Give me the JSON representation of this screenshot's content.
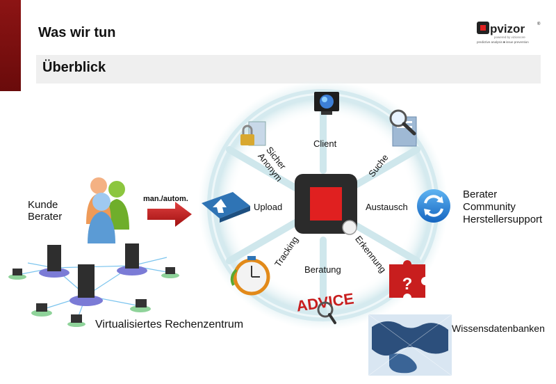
{
  "header": {
    "title": "Was wir tun",
    "subtitle": "Überblick",
    "logo_text": "opvizor",
    "logo_tagline_1": "powered by vizioncore",
    "logo_tagline_2": "predictive analysis ■ issue prevention"
  },
  "ring": {
    "client": "Client",
    "sicher": "Sicher",
    "anonym": "Anonym",
    "suche": "Suche",
    "upload": "Upload",
    "austausch": "Austausch",
    "tracking": "Tracking",
    "erkennung": "Erkennung",
    "beratung": "Beratung",
    "advice": "ADVICE"
  },
  "left": {
    "kunde": "Kunde",
    "berater": "Berater",
    "arrow_label": "man./autom.",
    "datacenter": "Virtualisiertes Rechenzentrum"
  },
  "right": {
    "berater": "Berater",
    "community": "Community",
    "hersteller": "Herstellersupport",
    "wissen": "Wissensdatenbanken"
  },
  "colors": {
    "accent": "#8c1414",
    "ring": "#cfe7ec",
    "center_red": "#e02020",
    "arrow": "#c81e1e"
  }
}
